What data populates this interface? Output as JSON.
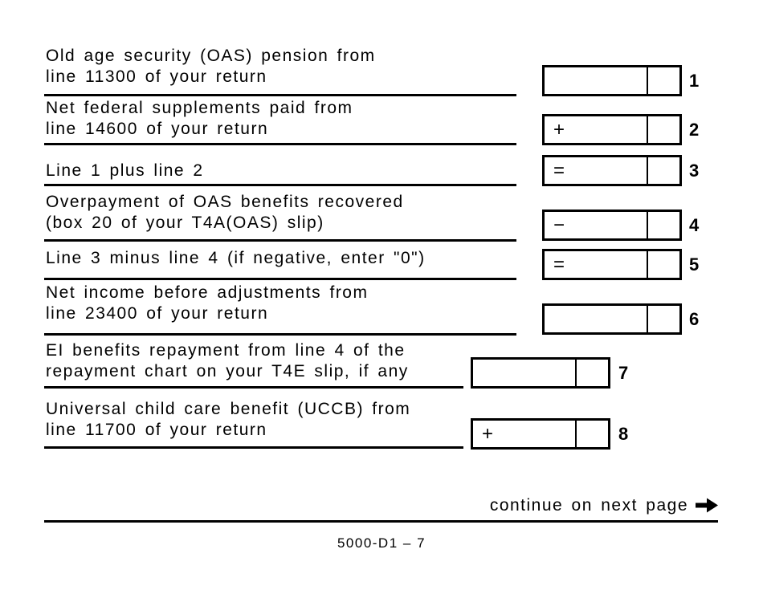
{
  "page": {
    "rows": [
      {
        "line1": "Old age security (OAS) pension from",
        "line2": "line 11300 of your return",
        "operator": "",
        "value": "",
        "cents": "",
        "num": "1"
      },
      {
        "line1": "Net federal supplements paid from",
        "line2": "line 14600 of your return",
        "operator": "+",
        "value": "",
        "cents": "",
        "num": "2"
      },
      {
        "line1": "Line 1 plus line 2",
        "line2": "",
        "operator": "=",
        "value": "",
        "cents": "",
        "num": "3"
      },
      {
        "line1": "Overpayment of OAS benefits recovered",
        "line2": "(box 20 of your T4A(OAS) slip)",
        "operator": "−",
        "value": "",
        "cents": "",
        "num": "4"
      },
      {
        "line1": "Line 3 minus line 4 (if negative, enter \"0\")",
        "line2": "",
        "operator": "=",
        "value": "",
        "cents": "",
        "num": "5"
      },
      {
        "line1": "Net income before adjustments from",
        "line2": "line 23400 of your return",
        "operator": "",
        "value": "",
        "cents": "",
        "num": "6"
      },
      {
        "line1": "EI benefits repayment from line 4 of the",
        "line2": "repayment chart on your T4E slip, if any",
        "operator": "",
        "value": "",
        "cents": "",
        "num": "7"
      },
      {
        "line1": "Universal child care benefit (UCCB) from",
        "line2": "line 11700 of your return",
        "operator": "+",
        "value": "",
        "cents": "",
        "num": "8"
      }
    ],
    "continue_label": "continue on next page",
    "footer_text": "5000-D1 – 7"
  },
  "colors": {
    "ink": "#000000",
    "paper": "#ffffff"
  }
}
